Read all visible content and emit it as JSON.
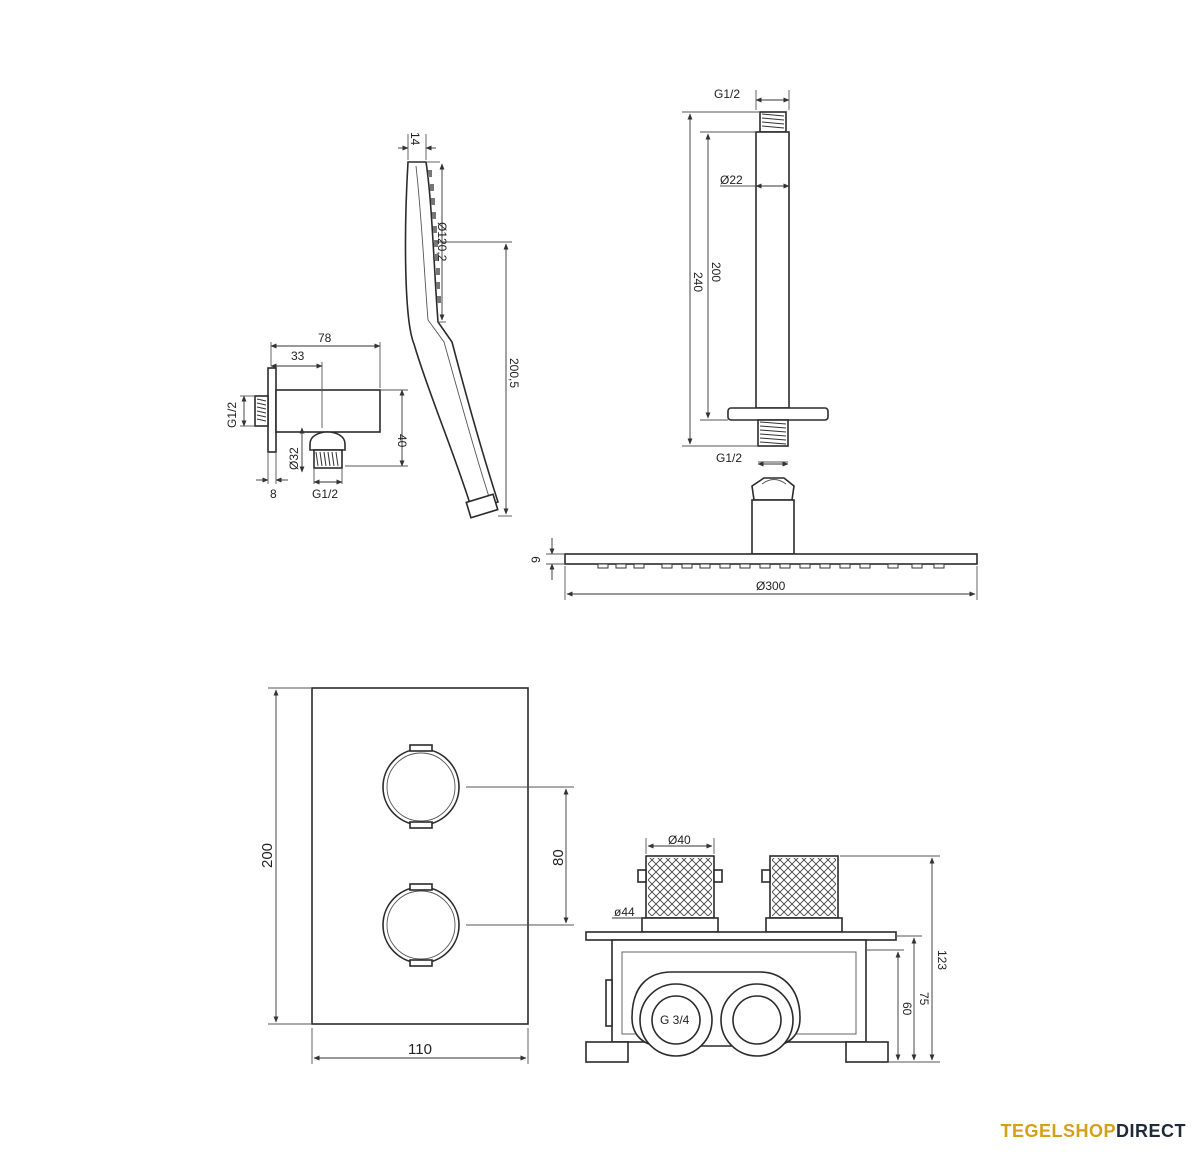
{
  "dimensions": {
    "wall_outlet": {
      "total_length": "78",
      "offset": "33",
      "inlet_thread": "G1/2",
      "height": "40",
      "diameter": "Ø32",
      "flange": "8",
      "outlet_thread": "G1/2"
    },
    "hand_shower": {
      "thickness": "14",
      "head_diameter": "Ø120,2",
      "length": "200,5"
    },
    "shower_arm": {
      "top_thread": "G1/2",
      "diameter": "Ø22",
      "length_inner": "200",
      "length_total": "240",
      "bottom_thread": "G1/2"
    },
    "rain_head": {
      "thickness": "9",
      "diameter": "Ø300"
    },
    "thermostat_plate": {
      "height": "200",
      "knob_spacing": "80",
      "width": "110"
    },
    "thermostat_body": {
      "knob_diameter": "Ø40",
      "rosette_diameter": "ø44",
      "inlet": "G 3/4",
      "total_depth": "123",
      "depth_75": "75",
      "depth_60": "60"
    }
  },
  "brand": {
    "part1": "TEGELSHOP",
    "part2": "DIRECT",
    "color1": "#d4a017",
    "color2": "#1f2b3a"
  }
}
